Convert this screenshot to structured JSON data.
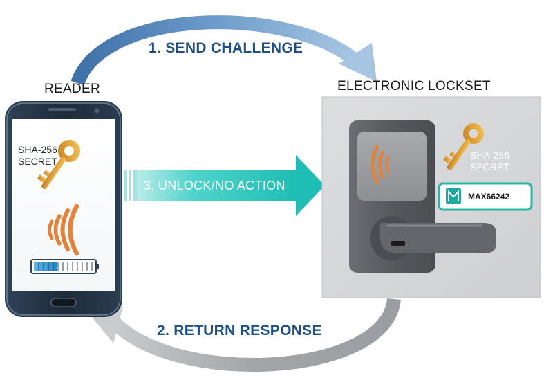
{
  "steps": {
    "send_challenge": "1. SEND CHALLENGE",
    "return_response": "2. RETURN RESPONSE",
    "unlock": "3. UNLOCK/NO ACTION"
  },
  "reader": {
    "title": "READER",
    "secret_line1": "SHA-256",
    "secret_line2": "SECRET"
  },
  "lockset": {
    "title": "ELECTRONIC LOCKSET",
    "secret_line1": "SHA-256",
    "secret_line2": "SECRET",
    "chip_label": "MAX66242"
  },
  "colors": {
    "arrow_blue": "#4e7fb5",
    "arrow_gray": "#8a8d91",
    "teal_arrow": "#2cc7be",
    "key_gold": "#e2a43a",
    "nfc_orange": "#e4823a",
    "phone_body": "#233040",
    "lock_panel": "#d7d8d9",
    "lock_body": "#5b5e62",
    "step_text": "#1c4f86"
  },
  "icons": [
    "key-icon",
    "nfc-wave-icon",
    "battery-bar-icon",
    "maxim-logo-icon",
    "door-handle-icon"
  ]
}
